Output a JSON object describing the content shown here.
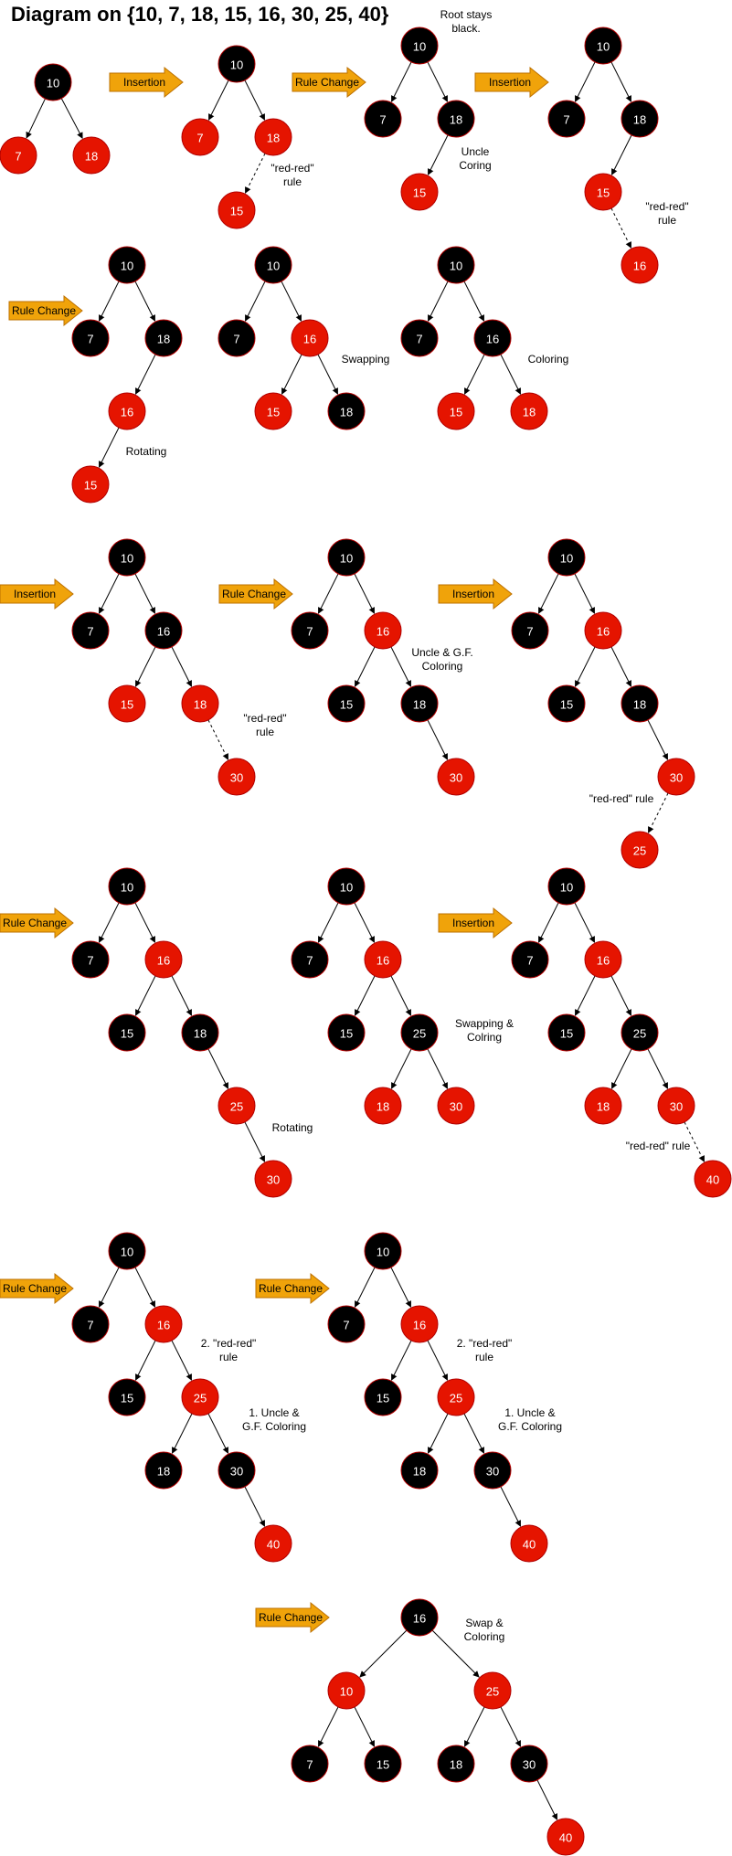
{
  "title": "Diagram on {10, 7, 18, 15, 16, 30, 25, 40}",
  "colors": {
    "black": "#000000",
    "red": "#e51400",
    "arrow_fill": "#f0a30a",
    "arrow_stroke": "#bd7000",
    "node_border": "#b20000",
    "edge": "#000000"
  },
  "arrows": [
    {
      "label": "Insertion"
    },
    {
      "label": "Rule Change"
    },
    {
      "label": "Insertion"
    },
    {
      "label": "Rule Change"
    },
    {
      "label": "Insertion"
    },
    {
      "label": "Rule Change"
    },
    {
      "label": "Insertion"
    },
    {
      "label": "Rule Change"
    },
    {
      "label": "Insertion"
    },
    {
      "label": "Rule Change"
    },
    {
      "label": "Rule Change"
    },
    {
      "label": "Rule Change"
    }
  ],
  "annotations": [
    {
      "lines": [
        "Root stays",
        "black."
      ]
    },
    {
      "lines": [
        "\"red-red\"",
        "rule"
      ]
    },
    {
      "lines": [
        "Uncle",
        "Coring"
      ]
    },
    {
      "lines": [
        "\"red-red\"",
        "rule"
      ]
    },
    {
      "lines": [
        "Rotating"
      ]
    },
    {
      "lines": [
        "Swapping"
      ]
    },
    {
      "lines": [
        "Coloring"
      ]
    },
    {
      "lines": [
        "\"red-red\"",
        "rule"
      ]
    },
    {
      "lines": [
        "Uncle & G.F.",
        "Coloring"
      ]
    },
    {
      "lines": [
        "\"red-red\" rule"
      ]
    },
    {
      "lines": [
        "Rotating"
      ]
    },
    {
      "lines": [
        "Swapping &",
        "Colring"
      ]
    },
    {
      "lines": [
        "\"red-red\" rule"
      ]
    },
    {
      "lines": [
        "2. \"red-red\"",
        "rule"
      ]
    },
    {
      "lines": [
        "1. Uncle &",
        "G.F. Coloring"
      ]
    },
    {
      "lines": [
        "2. \"red-red\"",
        "rule"
      ]
    },
    {
      "lines": [
        "1. Uncle &",
        "G.F. Coloring"
      ]
    },
    {
      "lines": [
        "Swap &",
        "Coloring"
      ]
    }
  ],
  "trees": [
    {
      "nodes": [
        {
          "id": "a",
          "v": "10",
          "c": "black"
        },
        {
          "id": "b",
          "v": "7",
          "c": "red"
        },
        {
          "id": "c",
          "v": "18",
          "c": "red"
        }
      ],
      "edges": [
        [
          "a",
          "b"
        ],
        [
          "a",
          "c"
        ]
      ]
    },
    {
      "nodes": [
        {
          "id": "a",
          "v": "10",
          "c": "black"
        },
        {
          "id": "b",
          "v": "7",
          "c": "red"
        },
        {
          "id": "c",
          "v": "18",
          "c": "red"
        },
        {
          "id": "d",
          "v": "15",
          "c": "red"
        }
      ],
      "edges": [
        [
          "a",
          "b"
        ],
        [
          "a",
          "c"
        ],
        [
          "c",
          "d",
          "dashed"
        ]
      ]
    },
    {
      "nodes": [
        {
          "id": "a",
          "v": "10",
          "c": "black"
        },
        {
          "id": "b",
          "v": "7",
          "c": "black"
        },
        {
          "id": "c",
          "v": "18",
          "c": "black"
        },
        {
          "id": "d",
          "v": "15",
          "c": "red"
        }
      ],
      "edges": [
        [
          "a",
          "b"
        ],
        [
          "a",
          "c"
        ],
        [
          "c",
          "d"
        ]
      ]
    },
    {
      "nodes": [
        {
          "id": "a",
          "v": "10",
          "c": "black"
        },
        {
          "id": "b",
          "v": "7",
          "c": "black"
        },
        {
          "id": "c",
          "v": "18",
          "c": "black"
        },
        {
          "id": "d",
          "v": "15",
          "c": "red"
        },
        {
          "id": "e",
          "v": "16",
          "c": "red"
        }
      ],
      "edges": [
        [
          "a",
          "b"
        ],
        [
          "a",
          "c"
        ],
        [
          "c",
          "d"
        ],
        [
          "d",
          "e",
          "dashed"
        ]
      ]
    },
    {
      "nodes": [
        {
          "id": "a",
          "v": "10",
          "c": "black"
        },
        {
          "id": "b",
          "v": "7",
          "c": "black"
        },
        {
          "id": "c",
          "v": "18",
          "c": "black"
        },
        {
          "id": "d",
          "v": "16",
          "c": "red"
        },
        {
          "id": "e",
          "v": "15",
          "c": "red"
        }
      ],
      "edges": [
        [
          "a",
          "b"
        ],
        [
          "a",
          "c"
        ],
        [
          "c",
          "d"
        ],
        [
          "d",
          "e"
        ]
      ]
    },
    {
      "nodes": [
        {
          "id": "a",
          "v": "10",
          "c": "black"
        },
        {
          "id": "b",
          "v": "7",
          "c": "black"
        },
        {
          "id": "c",
          "v": "16",
          "c": "red"
        },
        {
          "id": "d",
          "v": "15",
          "c": "red"
        },
        {
          "id": "e",
          "v": "18",
          "c": "black"
        }
      ],
      "edges": [
        [
          "a",
          "b"
        ],
        [
          "a",
          "c"
        ],
        [
          "c",
          "d"
        ],
        [
          "c",
          "e"
        ]
      ]
    },
    {
      "nodes": [
        {
          "id": "a",
          "v": "10",
          "c": "black"
        },
        {
          "id": "b",
          "v": "7",
          "c": "black"
        },
        {
          "id": "c",
          "v": "16",
          "c": "black"
        },
        {
          "id": "d",
          "v": "15",
          "c": "red"
        },
        {
          "id": "e",
          "v": "18",
          "c": "red"
        }
      ],
      "edges": [
        [
          "a",
          "b"
        ],
        [
          "a",
          "c"
        ],
        [
          "c",
          "d"
        ],
        [
          "c",
          "e"
        ]
      ]
    },
    {
      "nodes": [
        {
          "id": "a",
          "v": "10",
          "c": "black"
        },
        {
          "id": "b",
          "v": "7",
          "c": "black"
        },
        {
          "id": "c",
          "v": "16",
          "c": "black"
        },
        {
          "id": "d",
          "v": "15",
          "c": "red"
        },
        {
          "id": "e",
          "v": "18",
          "c": "red"
        },
        {
          "id": "f",
          "v": "30",
          "c": "red"
        }
      ],
      "edges": [
        [
          "a",
          "b"
        ],
        [
          "a",
          "c"
        ],
        [
          "c",
          "d"
        ],
        [
          "c",
          "e"
        ],
        [
          "e",
          "f",
          "dashed"
        ]
      ]
    },
    {
      "nodes": [
        {
          "id": "a",
          "v": "10",
          "c": "black"
        },
        {
          "id": "b",
          "v": "7",
          "c": "black"
        },
        {
          "id": "c",
          "v": "16",
          "c": "red"
        },
        {
          "id": "d",
          "v": "15",
          "c": "black"
        },
        {
          "id": "e",
          "v": "18",
          "c": "black"
        },
        {
          "id": "f",
          "v": "30",
          "c": "red"
        }
      ],
      "edges": [
        [
          "a",
          "b"
        ],
        [
          "a",
          "c"
        ],
        [
          "c",
          "d"
        ],
        [
          "c",
          "e"
        ],
        [
          "e",
          "f"
        ]
      ]
    },
    {
      "nodes": [
        {
          "id": "a",
          "v": "10",
          "c": "black"
        },
        {
          "id": "b",
          "v": "7",
          "c": "black"
        },
        {
          "id": "c",
          "v": "16",
          "c": "red"
        },
        {
          "id": "d",
          "v": "15",
          "c": "black"
        },
        {
          "id": "e",
          "v": "18",
          "c": "black"
        },
        {
          "id": "f",
          "v": "30",
          "c": "red"
        },
        {
          "id": "g",
          "v": "25",
          "c": "red"
        }
      ],
      "edges": [
        [
          "a",
          "b"
        ],
        [
          "a",
          "c"
        ],
        [
          "c",
          "d"
        ],
        [
          "c",
          "e"
        ],
        [
          "e",
          "f"
        ],
        [
          "f",
          "g",
          "dashed"
        ]
      ]
    },
    {
      "nodes": [
        {
          "id": "a",
          "v": "10",
          "c": "black"
        },
        {
          "id": "b",
          "v": "7",
          "c": "black"
        },
        {
          "id": "c",
          "v": "16",
          "c": "red"
        },
        {
          "id": "d",
          "v": "15",
          "c": "black"
        },
        {
          "id": "e",
          "v": "18",
          "c": "black"
        },
        {
          "id": "f",
          "v": "25",
          "c": "red"
        },
        {
          "id": "g",
          "v": "30",
          "c": "red"
        }
      ],
      "edges": [
        [
          "a",
          "b"
        ],
        [
          "a",
          "c"
        ],
        [
          "c",
          "d"
        ],
        [
          "c",
          "e"
        ],
        [
          "e",
          "f"
        ],
        [
          "f",
          "g"
        ]
      ]
    },
    {
      "nodes": [
        {
          "id": "a",
          "v": "10",
          "c": "black"
        },
        {
          "id": "b",
          "v": "7",
          "c": "black"
        },
        {
          "id": "c",
          "v": "16",
          "c": "red"
        },
        {
          "id": "d",
          "v": "15",
          "c": "black"
        },
        {
          "id": "e",
          "v": "25",
          "c": "black"
        },
        {
          "id": "f",
          "v": "18",
          "c": "red"
        },
        {
          "id": "g",
          "v": "30",
          "c": "red"
        }
      ],
      "edges": [
        [
          "a",
          "b"
        ],
        [
          "a",
          "c"
        ],
        [
          "c",
          "d"
        ],
        [
          "c",
          "e"
        ],
        [
          "e",
          "f"
        ],
        [
          "e",
          "g"
        ]
      ]
    },
    {
      "nodes": [
        {
          "id": "a",
          "v": "10",
          "c": "black"
        },
        {
          "id": "b",
          "v": "7",
          "c": "black"
        },
        {
          "id": "c",
          "v": "16",
          "c": "red"
        },
        {
          "id": "d",
          "v": "15",
          "c": "black"
        },
        {
          "id": "e",
          "v": "25",
          "c": "black"
        },
        {
          "id": "f",
          "v": "18",
          "c": "red"
        },
        {
          "id": "g",
          "v": "30",
          "c": "red"
        },
        {
          "id": "h",
          "v": "40",
          "c": "red"
        }
      ],
      "edges": [
        [
          "a",
          "b"
        ],
        [
          "a",
          "c"
        ],
        [
          "c",
          "d"
        ],
        [
          "c",
          "e"
        ],
        [
          "e",
          "f"
        ],
        [
          "e",
          "g"
        ],
        [
          "g",
          "h",
          "dashed"
        ]
      ]
    },
    {
      "nodes": [
        {
          "id": "a",
          "v": "10",
          "c": "black"
        },
        {
          "id": "b",
          "v": "7",
          "c": "black"
        },
        {
          "id": "c",
          "v": "16",
          "c": "red"
        },
        {
          "id": "d",
          "v": "15",
          "c": "black"
        },
        {
          "id": "e",
          "v": "25",
          "c": "red"
        },
        {
          "id": "f",
          "v": "18",
          "c": "black"
        },
        {
          "id": "g",
          "v": "30",
          "c": "black"
        },
        {
          "id": "h",
          "v": "40",
          "c": "red"
        }
      ],
      "edges": [
        [
          "a",
          "b"
        ],
        [
          "a",
          "c"
        ],
        [
          "c",
          "d"
        ],
        [
          "c",
          "e"
        ],
        [
          "e",
          "f"
        ],
        [
          "e",
          "g"
        ],
        [
          "g",
          "h"
        ]
      ]
    },
    {
      "nodes": [
        {
          "id": "a",
          "v": "10",
          "c": "black"
        },
        {
          "id": "b",
          "v": "7",
          "c": "black"
        },
        {
          "id": "c",
          "v": "16",
          "c": "red"
        },
        {
          "id": "d",
          "v": "15",
          "c": "black"
        },
        {
          "id": "e",
          "v": "25",
          "c": "red"
        },
        {
          "id": "f",
          "v": "18",
          "c": "black"
        },
        {
          "id": "g",
          "v": "30",
          "c": "black"
        },
        {
          "id": "h",
          "v": "40",
          "c": "red"
        }
      ],
      "edges": [
        [
          "a",
          "b"
        ],
        [
          "a",
          "c"
        ],
        [
          "c",
          "d"
        ],
        [
          "c",
          "e"
        ],
        [
          "e",
          "f"
        ],
        [
          "e",
          "g"
        ],
        [
          "g",
          "h"
        ]
      ]
    },
    {
      "nodes": [
        {
          "id": "a",
          "v": "16",
          "c": "black"
        },
        {
          "id": "b",
          "v": "10",
          "c": "red"
        },
        {
          "id": "c",
          "v": "25",
          "c": "red"
        },
        {
          "id": "d",
          "v": "7",
          "c": "black"
        },
        {
          "id": "e",
          "v": "15",
          "c": "black"
        },
        {
          "id": "f",
          "v": "18",
          "c": "black"
        },
        {
          "id": "g",
          "v": "30",
          "c": "black"
        },
        {
          "id": "h",
          "v": "40",
          "c": "red"
        }
      ],
      "edges": [
        [
          "a",
          "b"
        ],
        [
          "a",
          "c"
        ],
        [
          "b",
          "d"
        ],
        [
          "b",
          "e"
        ],
        [
          "c",
          "f"
        ],
        [
          "c",
          "g"
        ],
        [
          "g",
          "h"
        ]
      ]
    }
  ]
}
